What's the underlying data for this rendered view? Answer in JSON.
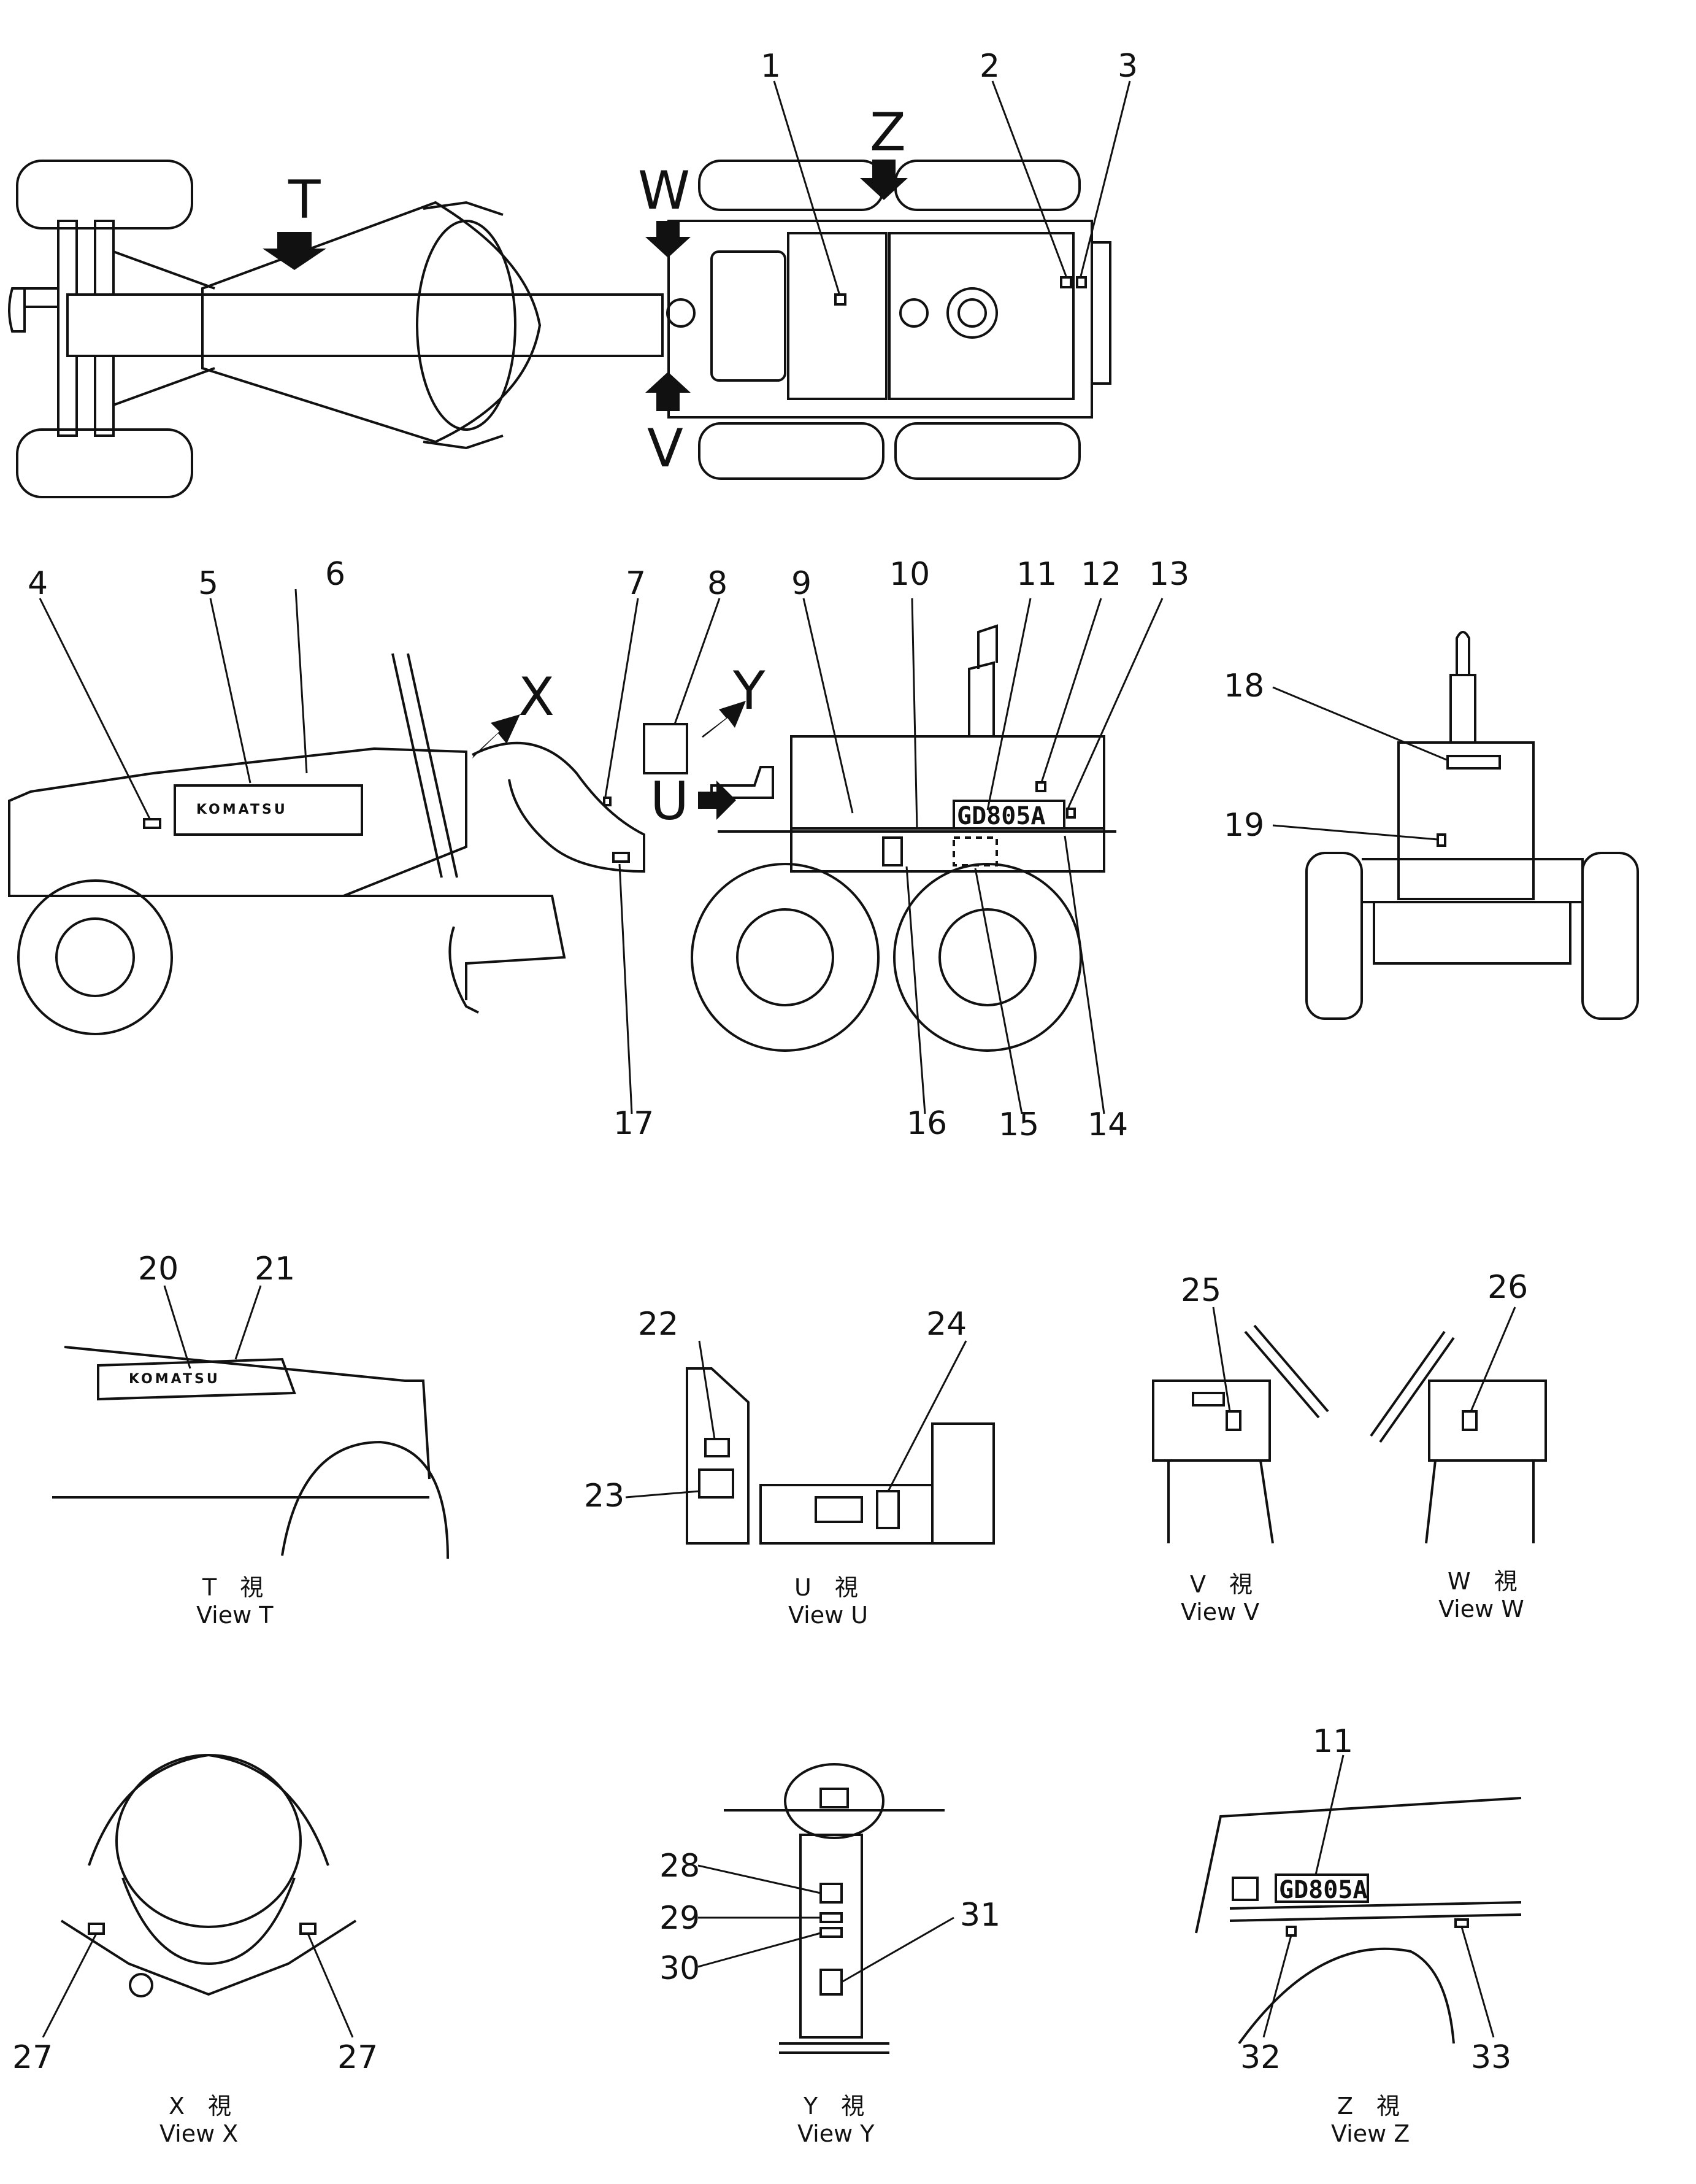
{
  "callouts": {
    "n1": "1",
    "n2": "2",
    "n3": "3",
    "n4": "4",
    "n5": "5",
    "n6": "6",
    "n7": "7",
    "n8": "8",
    "n9": "9",
    "n10": "10",
    "n11": "11",
    "n12": "12",
    "n13": "13",
    "n14": "14",
    "n15": "15",
    "n16": "16",
    "n17": "17",
    "n18": "18",
    "n19": "19",
    "n20": "20",
    "n21": "21",
    "n22": "22",
    "n23": "23",
    "n24": "24",
    "n25": "25",
    "n26": "26",
    "n27": "27",
    "n28": "28",
    "n29": "29",
    "n30": "30",
    "n31": "31",
    "n32": "32",
    "n33": "33"
  },
  "view_letters": {
    "T": "T",
    "W": "W",
    "Z": "Z",
    "V": "V",
    "X": "X",
    "Y": "Y",
    "U": "U"
  },
  "decals": {
    "brand": "KOMATSU",
    "model": "GD805A"
  },
  "captions": {
    "t_jp": "T　視",
    "t_en": "View  T",
    "u_jp": "U　視",
    "u_en": "View  U",
    "v_jp": "V　視",
    "v_en": "View  V",
    "w_jp": "W　視",
    "w_en": "View  W",
    "x_jp": "X　視",
    "x_en": "View  X",
    "y_jp": "Y　視",
    "y_en": "View  Y",
    "z_jp": "Z　視",
    "z_en": "View  Z"
  }
}
